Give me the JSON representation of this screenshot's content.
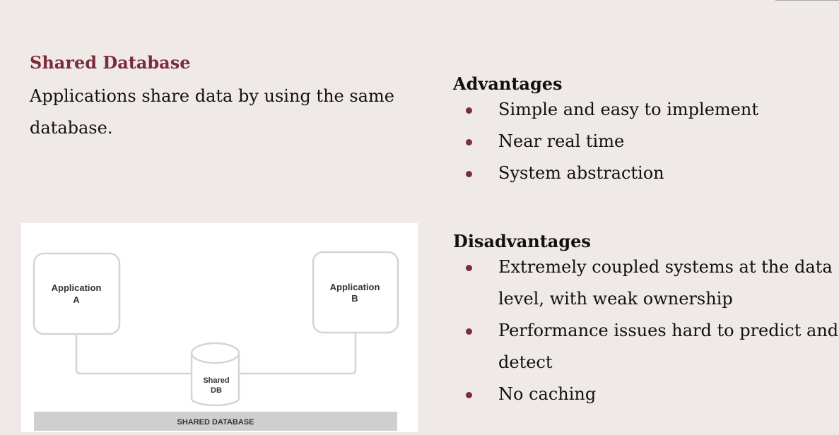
{
  "title": "Shared Database",
  "description": "Applications share data by using the same database.",
  "advantages": {
    "heading": "Advantages",
    "items": [
      "Simple and easy to implement",
      "Near real time",
      "System abstraction"
    ]
  },
  "disadvantages": {
    "heading": "Disadvantages",
    "items": [
      "Extremely coupled systems at the data level, with weak ownership",
      "Performance issues hard to predict and detect",
      "No caching"
    ]
  },
  "diagram": {
    "app_a": [
      "Application",
      "A"
    ],
    "app_b": [
      "Application",
      "B"
    ],
    "db": [
      "Shared",
      "DB"
    ],
    "bar_label": "SHARED DATABASE"
  },
  "colors": {
    "accent": "#7b2d3b",
    "background": "#efe9e7"
  }
}
